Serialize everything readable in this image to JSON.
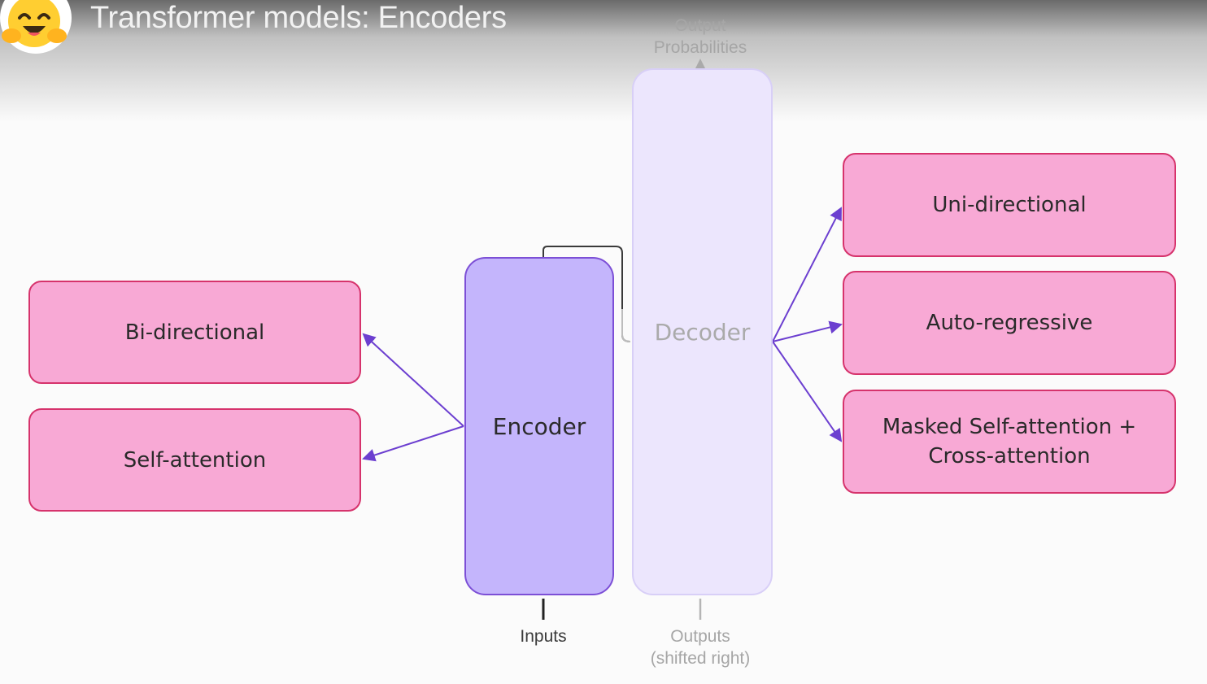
{
  "header": {
    "title": "Transformer models: Encoders",
    "logo_icon": "hugging-face-emoji"
  },
  "diagram": {
    "encoder_label": "Encoder",
    "decoder_label": "Decoder",
    "encoder_properties": [
      "Bi-directional",
      "Self-attention"
    ],
    "decoder_properties": [
      "Uni-directional",
      "Auto-regressive",
      "Masked Self-attention +\nCross-attention"
    ],
    "inputs_label": "Inputs",
    "outputs_label_line1": "Outputs",
    "outputs_label_line2": "(shifted right)",
    "output_probs_line1": "Output",
    "output_probs_line2": "Probabilities"
  },
  "colors": {
    "pink_fill": "#f8a9d5",
    "pink_border": "#d6336c",
    "encoder_fill": "#c4b5fc",
    "decoder_fill": "#ece6fd",
    "arrow": "#6c3fd0"
  }
}
